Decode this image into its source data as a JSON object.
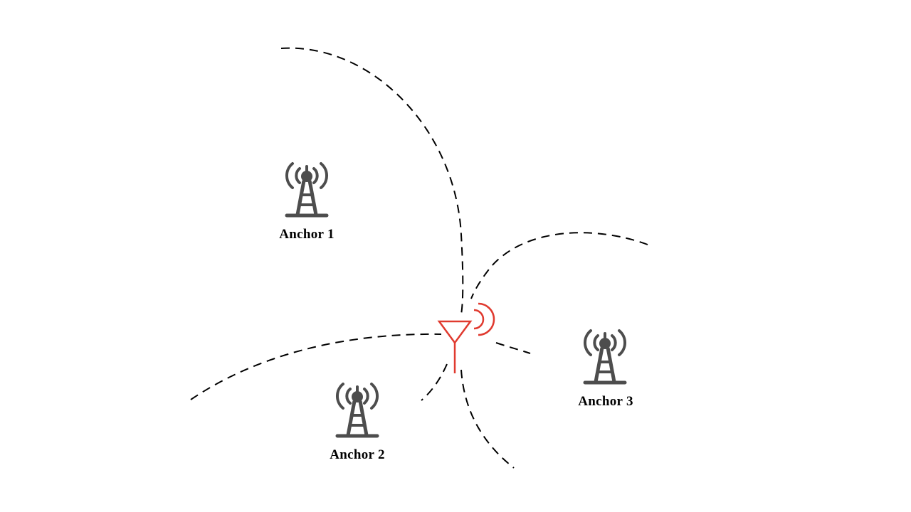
{
  "colors": {
    "tower": "#4d4d4d",
    "tag": "#e03a2f",
    "range_arc": "#000000",
    "background": "#ffffff"
  },
  "anchors": [
    {
      "label": "Anchor 1",
      "icon": "radio-tower-icon"
    },
    {
      "label": "Anchor 2",
      "icon": "radio-tower-icon"
    },
    {
      "label": "Anchor 3",
      "icon": "radio-tower-icon"
    }
  ],
  "tag": {
    "icon": "antenna-icon"
  },
  "range_arcs": [
    {
      "anchor": "Anchor 1",
      "style": "dashed"
    },
    {
      "anchor": "Anchor 2",
      "style": "dashed"
    },
    {
      "anchor": "Anchor 3",
      "style": "dashed"
    }
  ]
}
